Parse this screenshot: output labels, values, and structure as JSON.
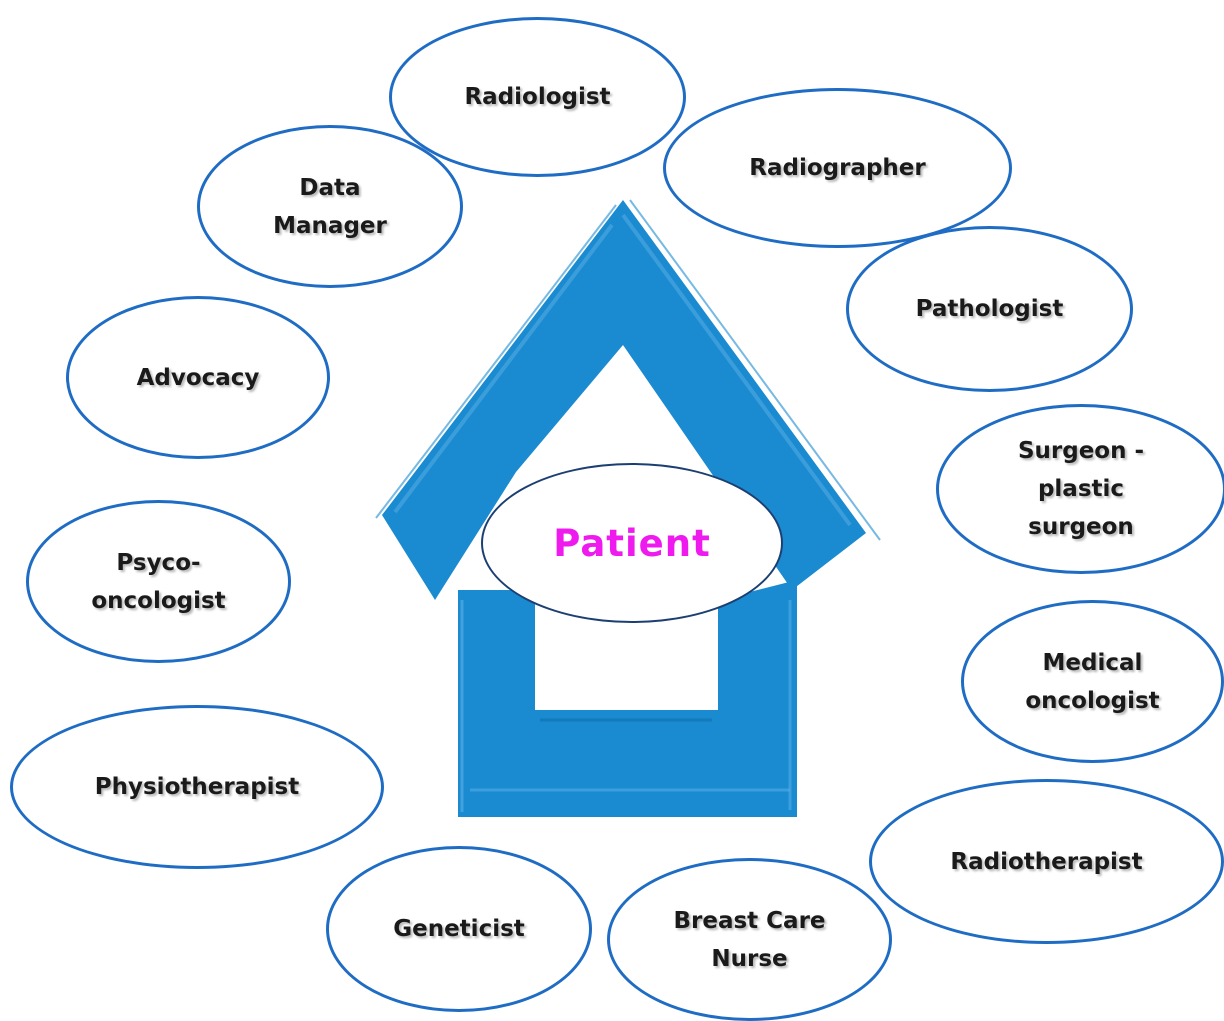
{
  "diagram": {
    "center_label": "Patient",
    "roles": [
      {
        "id": "radiologist",
        "label": "Radiologist"
      },
      {
        "id": "radiographer",
        "label": "Radiographer"
      },
      {
        "id": "data-manager",
        "label": "Data\nManager"
      },
      {
        "id": "pathologist",
        "label": "Pathologist"
      },
      {
        "id": "advocacy",
        "label": "Advocacy"
      },
      {
        "id": "surgeon-plastic-surgeon",
        "label": "Surgeon -\nplastic\nsurgeon"
      },
      {
        "id": "psyco-oncologist",
        "label": "Psyco-\noncologist"
      },
      {
        "id": "medical-oncologist",
        "label": "Medical\noncologist"
      },
      {
        "id": "physiotherapist",
        "label": "Physiotherapist"
      },
      {
        "id": "radiotherapist",
        "label": "Radiotherapist"
      },
      {
        "id": "geneticist",
        "label": "Geneticist"
      },
      {
        "id": "breast-care-nurse",
        "label": "Breast Care\nNurse"
      }
    ]
  },
  "colors": {
    "house": "#1a8ad1",
    "ellipse_border": "#1f6cc4",
    "patient_text": "#ee1aee"
  },
  "icons": [
    "house-icon"
  ]
}
